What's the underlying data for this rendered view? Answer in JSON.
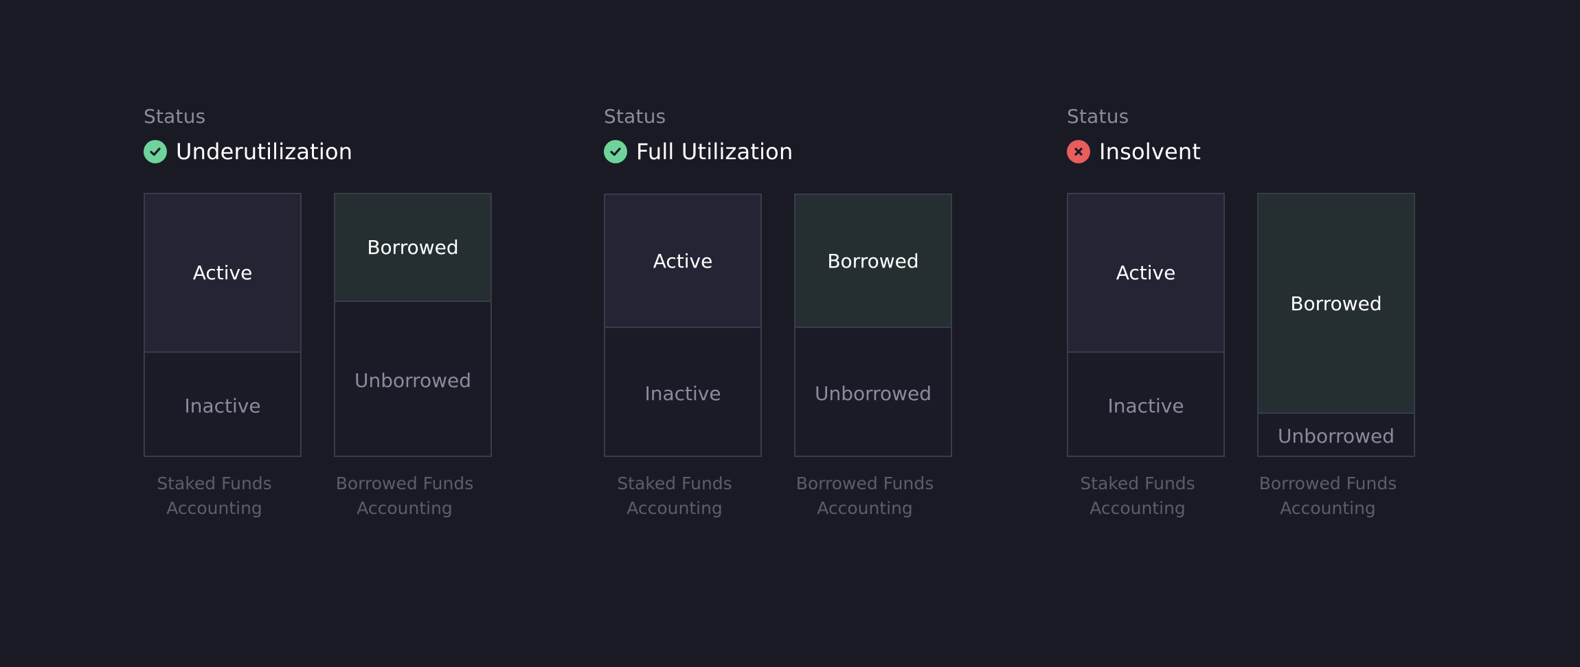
{
  "colors": {
    "background": "#1a1a25",
    "active_fill": "#242434",
    "inactive_fill": "#1b1b27",
    "borrowed_fill": "#252f31",
    "border": "#3b3b4b",
    "ok_icon": "#6ed49b",
    "error_icon": "#e85d5d"
  },
  "panels": [
    {
      "status_label": "Status",
      "status_value": "Underutilization",
      "status_icon": "check-circle-icon",
      "staked": {
        "top_label": "Active",
        "bottom_label": "Inactive",
        "top_share": 0.6
      },
      "borrowed": {
        "top_label": "Borrowed",
        "bottom_label": "Unborrowed",
        "top_share": 0.4
      },
      "staked_caption": [
        "Staked Funds",
        "Accounting"
      ],
      "borrowed_caption": [
        "Borrowed Funds",
        "Accounting"
      ]
    },
    {
      "status_label": "Status",
      "status_value": "Full Utilization",
      "status_icon": "check-circle-icon",
      "staked": {
        "top_label": "Active",
        "bottom_label": "Inactive",
        "top_share": 0.5
      },
      "borrowed": {
        "top_label": "Borrowed",
        "bottom_label": "Unborrowed",
        "top_share": 0.5
      },
      "staked_caption": [
        "Staked Funds",
        "Accounting"
      ],
      "borrowed_caption": [
        "Borrowed Funds",
        "Accounting"
      ]
    },
    {
      "status_label": "Status",
      "status_value": "Insolvent",
      "status_icon": "x-circle-icon",
      "staked": {
        "top_label": "Active",
        "bottom_label": "Inactive",
        "top_share": 0.6
      },
      "borrowed": {
        "top_label": "Borrowed",
        "bottom_label": "Unborrowed",
        "top_share": 0.83
      },
      "staked_caption": [
        "Staked Funds",
        "Accounting"
      ],
      "borrowed_caption": [
        "Borrowed Funds",
        "Accounting"
      ]
    }
  ]
}
